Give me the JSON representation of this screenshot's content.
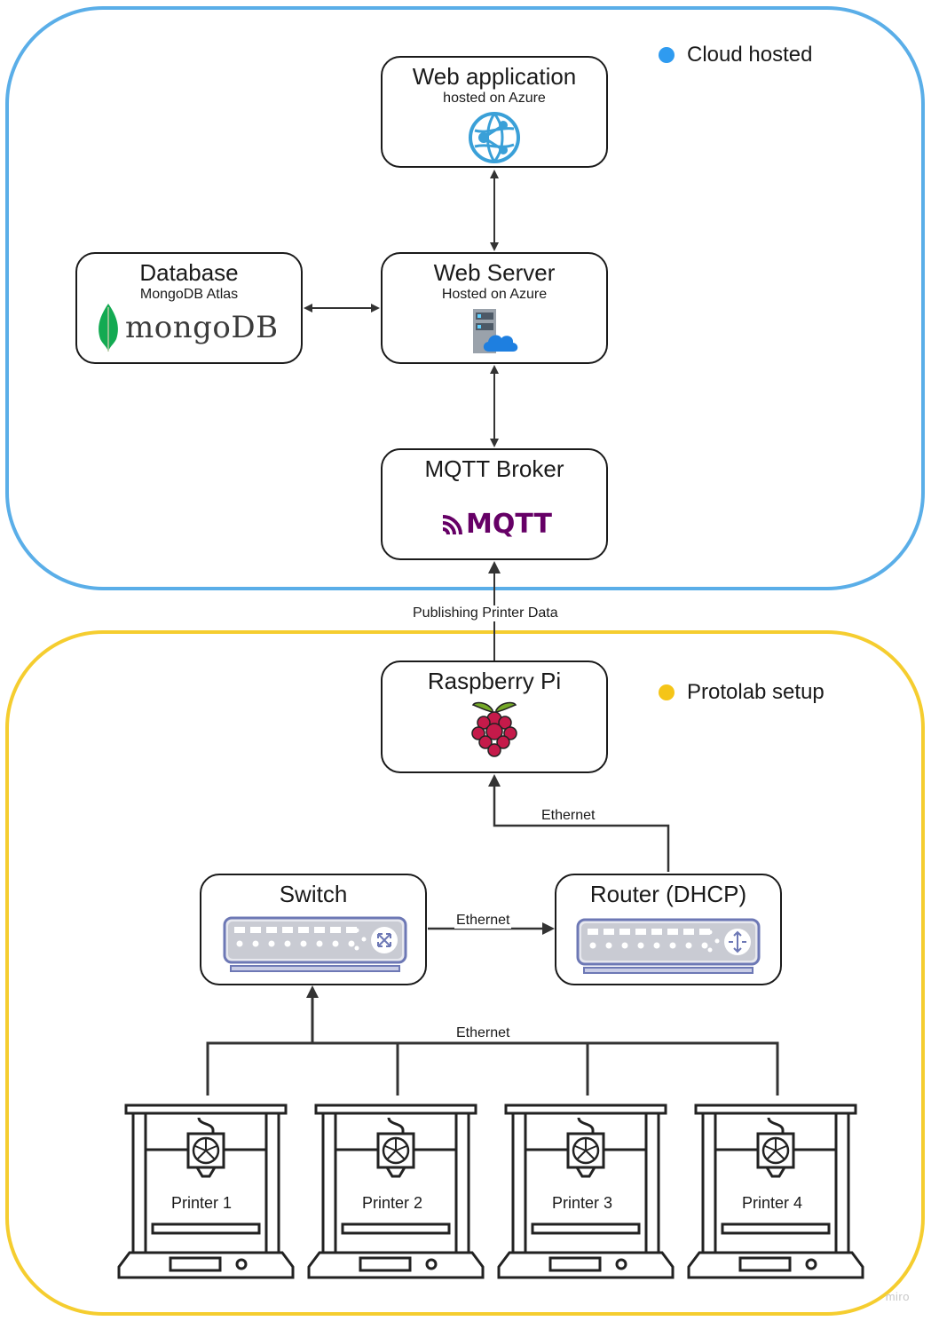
{
  "zones": {
    "cloud": {
      "legend": "Cloud hosted",
      "color": "#5aaee8"
    },
    "lab": {
      "legend": "Protolab setup",
      "color": "#f5cd2f"
    }
  },
  "nodes": {
    "web_app": {
      "title": "Web application",
      "sub": "hosted on Azure",
      "icon": "azure-web-app-icon"
    },
    "database": {
      "title": "Database",
      "sub": "MongoDB Atlas",
      "logo": "mongoDB"
    },
    "web_server": {
      "title": "Web Server",
      "sub": "Hosted on Azure",
      "icon": "cloud-server-icon"
    },
    "mqtt": {
      "title": "MQTT Broker",
      "logo": "MQTT"
    },
    "raspberry": {
      "title": "Raspberry Pi",
      "icon": "raspberry-pi-icon"
    },
    "switch": {
      "title": "Switch",
      "icon": "network-switch-icon"
    },
    "router": {
      "title": "Router (DHCP)",
      "icon": "network-router-icon"
    }
  },
  "edges": {
    "publish": "Publishing Printer Data",
    "router_to_pi": "Ethernet",
    "switch_to_router": "Ethernet",
    "printers_to_switch": "Ethernet"
  },
  "printers": [
    "Printer 1",
    "Printer 2",
    "Printer 3",
    "Printer 4"
  ],
  "watermark": "miro",
  "colors": {
    "mongo_green": "#13aa52",
    "mqtt_purple": "#660066",
    "azure_blue": "#3aa0d8",
    "rpi_red": "#c51a4a",
    "rpi_leaf": "#75a928"
  }
}
